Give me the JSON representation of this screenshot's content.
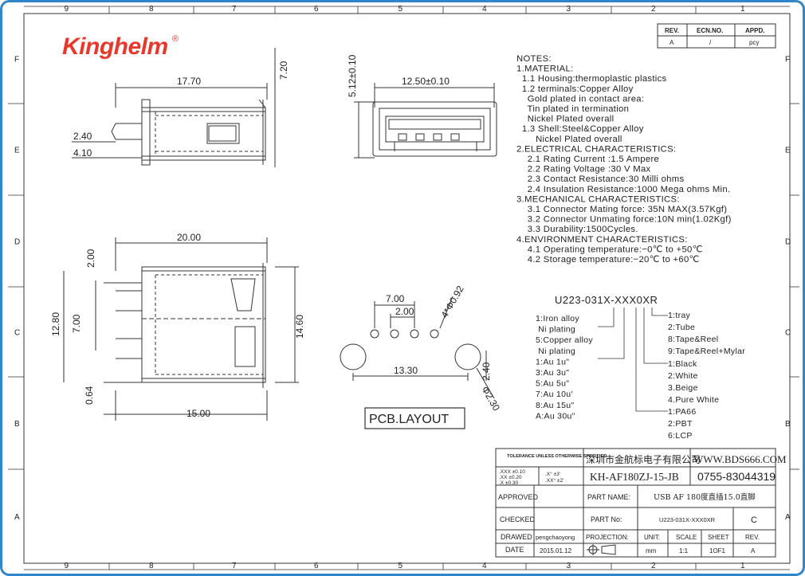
{
  "border_color": "#2f86c8",
  "logo_color": "#e8382b",
  "zone_columns": [
    "9",
    "8",
    "7",
    "6",
    "5",
    "4",
    "3",
    "2",
    "1"
  ],
  "zone_rows": [
    "F",
    "E",
    "D",
    "C",
    "B",
    "A"
  ],
  "logo": "Kinghelm",
  "logo_mark": "®",
  "revision": {
    "headers": [
      "REV.",
      "ECN.NO.",
      "APPD."
    ],
    "values": [
      "A",
      "/",
      "pcy"
    ]
  },
  "notes": [
    "NOTES:",
    "1.MATERIAL:",
    "  1.1 Housing:thermoplastic plastics",
    "  1.2 terminals:Copper Alloy",
    "    Gold plated in contact area:",
    "    Tin plated in termination",
    "    Nickel Plated overall",
    "  1.3 Shell:Steel&Copper Alloy",
    "       Nickel Plated overall",
    "2.ELECTRICAL CHARACTERISTICS:",
    "    2.1 Rating Current :1.5 Ampere",
    "    2.2 Rating Voltage :30 V Max",
    "    2.3 Contact Resistance:30 Milli ohms",
    "    2.4 Insulation Resistance:1000 Mega ohms Min.",
    "3.MECHANICAL CHARACTERISTICS:",
    "    3.1 Connector Mating force: 35N MAX(3.57Kgf)",
    "    3.2 Connector Unmating force:10N min(1.02Kgf)",
    "    3.3 Durability:1500Cycles.",
    "4.ENVIRONMENT CHARACTERISTICS:",
    "    4.1 Operating temperature:−0℃ to +50℃",
    "    4.2 Storage temperature:−20℃ to +60℃"
  ],
  "dimensions": {
    "side_top_width": "17.70",
    "side_top_height": "7.20",
    "side_top_a": "2.40",
    "side_top_b": "4.10",
    "front_width": "12.50±0.10",
    "front_height": "5.12±0.10",
    "side_width": "20.00",
    "side_a": "2.00",
    "side_b": "7.00",
    "side_c": "12.80",
    "side_d": "14.60",
    "side_e": "0.64",
    "side_f": "15.00",
    "pcb_a": "7.00",
    "pcb_b": "2.00",
    "pcb_c": "4*Φ0.92",
    "pcb_d": "13.30",
    "pcb_e": "2.40",
    "pcb_f": "Φ2.30"
  },
  "pcb_layout_label": "PCB.LAYOUT",
  "part_code": {
    "code": "U223-031X-XXX0XR",
    "left_options": [
      "1:Iron alloy",
      " Ni plating",
      "5:Copper alloy",
      " Ni plating",
      "1:Au 1u\"",
      "3:Au 3u\"",
      "5:Au 5u\"",
      "7:Au 10u'",
      "8:Au 15u\"",
      "A:Au 30u\""
    ],
    "packing": [
      "1:tray",
      "2:Tube",
      "8:Tape&Reel",
      "9:Tape&Reel+Mylar"
    ],
    "color": [
      "1:Black",
      "2:White",
      "3.Beige",
      "4.Pure White"
    ],
    "material": [
      "1:PA66",
      "2:PBT",
      "6:LCP"
    ]
  },
  "title_block": {
    "tolerance_title": "TOLERANCE UNLESS OTHERWISE SPECIFIED",
    "tolerance_l1": ".XXX ±0.10",
    "tolerance_l2": ".XX  ±0.20",
    "tolerance_l3": ".X   ±0.30",
    "angle_l1": ".X°  ±3'",
    "angle_l2": ".XX° ±2'",
    "company": "深圳市金航标电子有限公司",
    "website": "WWW.BDS666.COM",
    "part_ref": "KH-AF180ZJ-15-JB",
    "phone": "0755-83044319",
    "approved_label": "APPROVED",
    "part_name_label": "PART NAME:",
    "part_name": "USB AF 180度直插15.0直脚",
    "checked_label": "CHECKED",
    "part_no_label": "PART No:",
    "part_no": "U223-031X-XXX0XR",
    "part_rev": "C",
    "drawed_label": "DRAWED",
    "drawer": "pengchaoyong",
    "projection_label": "PROJECTION:",
    "unit_label": "UNIT:",
    "scale_label": "SCALE",
    "sheet_label": "SHEET",
    "rev_label": "REV.",
    "date_label": "DATE",
    "date": "2015.01.12",
    "unit": "mm",
    "scale": "1:1",
    "sheet": "1OF1",
    "rev": "A"
  }
}
